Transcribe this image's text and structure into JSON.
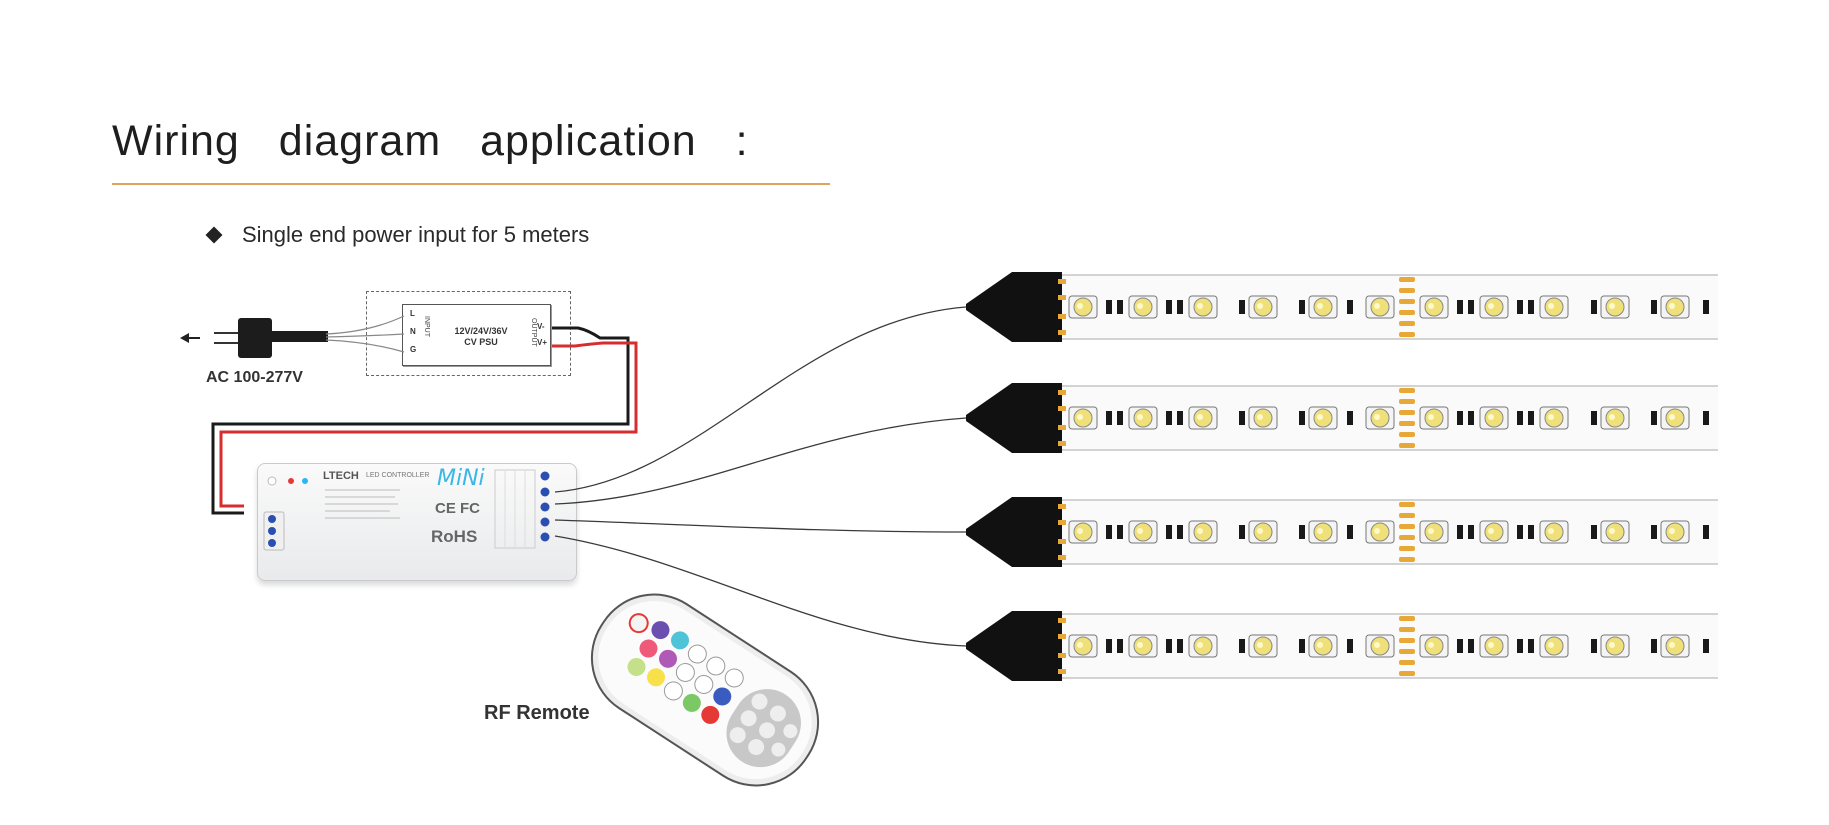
{
  "title": "Wiring diagram application :",
  "subtitle": "Single end power input for 5 meters",
  "ac_input_label": "AC 100-277V",
  "psu": {
    "label": "12V/24V/36V\nCV PSU",
    "input_terminals": [
      "L",
      "N",
      "G"
    ],
    "output_terminals": [
      "V-",
      "V+"
    ],
    "input_side_text": "INPUT",
    "output_side_text": "OUTPUT"
  },
  "controller": {
    "brand": "LTECH",
    "brand_sub": "LED CONTROLLER",
    "model": "MiNi",
    "certifications": "CE FC",
    "rohs": "RoHS"
  },
  "remote_label": "RF Remote",
  "strip_count": 4,
  "colors": {
    "accent_rule": "#e0a35c",
    "positive_wire": "#d62e2e",
    "negative_wire": "#1a1a1a",
    "model_text": "#3bb7e6",
    "led_warm": "#efe07a",
    "solder_pad": "#e8a838"
  },
  "icons": [
    "diamond-bullet-icon",
    "arrow-left-icon",
    "plug-icon"
  ]
}
